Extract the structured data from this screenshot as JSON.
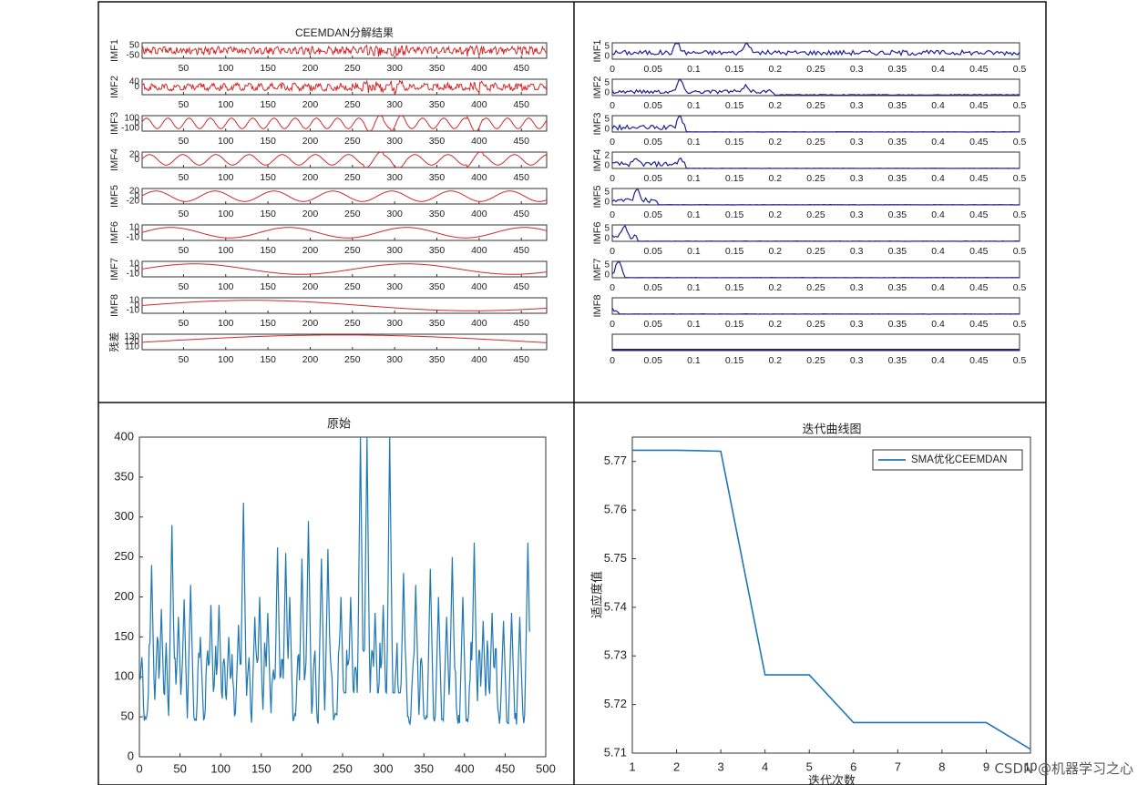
{
  "watermark": "CSDN @机器学习之心",
  "chart_data": [
    {
      "type": "line",
      "title": "CEEMDAN分解结果",
      "xlabel": "",
      "x_ticks": [
        50,
        100,
        150,
        200,
        250,
        300,
        350,
        400,
        450
      ],
      "xlim": [
        1,
        480
      ],
      "line_color": "#d62728",
      "series": [
        {
          "name": "IMF1",
          "ylim": [
            -60,
            60
          ],
          "yticks": [
            "50",
            "-50"
          ]
        },
        {
          "name": "IMF2",
          "ylim": [
            -40,
            40
          ],
          "yticks": [
            "40",
            "0"
          ]
        },
        {
          "name": "IMF3",
          "ylim": [
            -100,
            100
          ],
          "yticks": [
            "100",
            "0",
            "-100"
          ]
        },
        {
          "name": "IMF4",
          "ylim": [
            -20,
            20
          ],
          "yticks": [
            "20",
            "0"
          ]
        },
        {
          "name": "IMF5",
          "ylim": [
            -20,
            20
          ],
          "yticks": [
            "20",
            "0",
            "-20"
          ]
        },
        {
          "name": "IMF6",
          "ylim": [
            -10,
            10
          ],
          "yticks": [
            "10",
            "0",
            "-10"
          ]
        },
        {
          "name": "IMF7",
          "ylim": [
            -10,
            10
          ],
          "yticks": [
            "10",
            "0",
            "-10"
          ]
        },
        {
          "name": "IMF8",
          "ylim": [
            -10,
            10
          ],
          "yticks": [
            "10",
            "0",
            "-10"
          ]
        },
        {
          "name": "残差",
          "ylim": [
            110,
            130
          ],
          "yticks": [
            "130",
            "120",
            "110"
          ]
        }
      ]
    },
    {
      "type": "line",
      "title": "",
      "x_ticks": [
        "0",
        "0.05",
        "0.1",
        "0.15",
        "0.2",
        "0.25",
        "0.3",
        "0.35",
        "0.4",
        "0.45",
        "0.5"
      ],
      "xlim": [
        0,
        0.5
      ],
      "line_color": "#1f1f9a",
      "series": [
        {
          "name": "IMF1",
          "yticks": [
            "5",
            "0"
          ],
          "peaks": [
            [
              0.08,
              4.5
            ],
            [
              0.165,
              5.5
            ]
          ]
        },
        {
          "name": "IMF2",
          "yticks": [
            "5",
            "0"
          ],
          "peaks": [
            [
              0.083,
              5
            ],
            [
              0.165,
              2
            ]
          ]
        },
        {
          "name": "IMF3",
          "yticks": [
            "5",
            "0"
          ],
          "peaks": [
            [
              0.083,
              4.8
            ]
          ]
        },
        {
          "name": "IMF4",
          "yticks": [
            "2",
            "0"
          ],
          "peaks": [
            [
              0.03,
              1.5
            ],
            [
              0.083,
              1.8
            ]
          ]
        },
        {
          "name": "IMF5",
          "yticks": [
            "5",
            "0"
          ],
          "peaks": [
            [
              0.03,
              4.5
            ]
          ]
        },
        {
          "name": "IMF6",
          "yticks": [
            "5",
            "0"
          ],
          "peaks": [
            [
              0.015,
              4.5
            ]
          ]
        },
        {
          "name": "IMF7",
          "yticks": [
            "5",
            "0"
          ],
          "peaks": [
            [
              0.008,
              5
            ]
          ]
        },
        {
          "name": "IMF8",
          "yticks": [],
          "peaks": []
        },
        {
          "name": "",
          "yticks": [],
          "peaks": []
        }
      ]
    },
    {
      "type": "line",
      "title": "原始",
      "xlabel": "",
      "ylabel": "",
      "xlim": [
        0,
        500
      ],
      "ylim": [
        0,
        400
      ],
      "x_ticks": [
        0,
        50,
        100,
        150,
        200,
        250,
        300,
        350,
        400,
        450,
        500
      ],
      "y_ticks": [
        0,
        50,
        100,
        150,
        200,
        250,
        300,
        350,
        400
      ],
      "line_color": "#1f77b4",
      "n_points": 480,
      "peaks": [
        [
          15,
          240
        ],
        [
          22,
          150
        ],
        [
          27,
          185
        ],
        [
          40,
          290
        ],
        [
          48,
          175
        ],
        [
          55,
          197
        ],
        [
          63,
          215
        ],
        [
          75,
          150
        ],
        [
          88,
          190
        ],
        [
          98,
          190
        ],
        [
          110,
          150
        ],
        [
          122,
          165
        ],
        [
          128,
          318
        ],
        [
          142,
          175
        ],
        [
          148,
          200
        ],
        [
          158,
          180
        ],
        [
          170,
          262
        ],
        [
          180,
          255
        ],
        [
          185,
          200
        ],
        [
          200,
          248
        ],
        [
          208,
          295
        ],
        [
          224,
          248
        ],
        [
          232,
          260
        ],
        [
          248,
          200
        ],
        [
          260,
          200
        ],
        [
          272,
          400
        ],
        [
          280,
          400
        ],
        [
          290,
          180
        ],
        [
          300,
          190
        ],
        [
          308,
          400
        ],
        [
          325,
          230
        ],
        [
          340,
          215
        ],
        [
          358,
          235
        ],
        [
          368,
          200
        ],
        [
          378,
          175
        ],
        [
          385,
          250
        ],
        [
          398,
          200
        ],
        [
          412,
          268
        ],
        [
          423,
          170
        ],
        [
          434,
          180
        ],
        [
          448,
          170
        ],
        [
          458,
          180
        ],
        [
          468,
          175
        ],
        [
          478,
          268
        ]
      ]
    },
    {
      "type": "line",
      "title": "迭代曲线图",
      "xlabel": "迭代次数",
      "ylabel": "适应度值",
      "x": [
        1,
        2,
        3,
        4,
        5,
        6,
        7,
        8,
        9,
        10
      ],
      "xlim": [
        1,
        10
      ],
      "ylim": [
        5.71,
        5.775
      ],
      "y_ticks": [
        "5.71",
        "5.72",
        "5.73",
        "5.74",
        "5.75",
        "5.76",
        "5.77"
      ],
      "x_ticks": [
        "1",
        "2",
        "3",
        "4",
        "5",
        "6",
        "7",
        "8",
        "9",
        "10"
      ],
      "line_color": "#1f77b4",
      "legend": "top-right",
      "series": [
        {
          "name": "SMA优化CEEMDAN",
          "values": [
            5.7723,
            5.7723,
            5.7721,
            5.7261,
            5.7261,
            5.7163,
            5.7163,
            5.7163,
            5.7163,
            5.7108
          ]
        }
      ]
    }
  ]
}
